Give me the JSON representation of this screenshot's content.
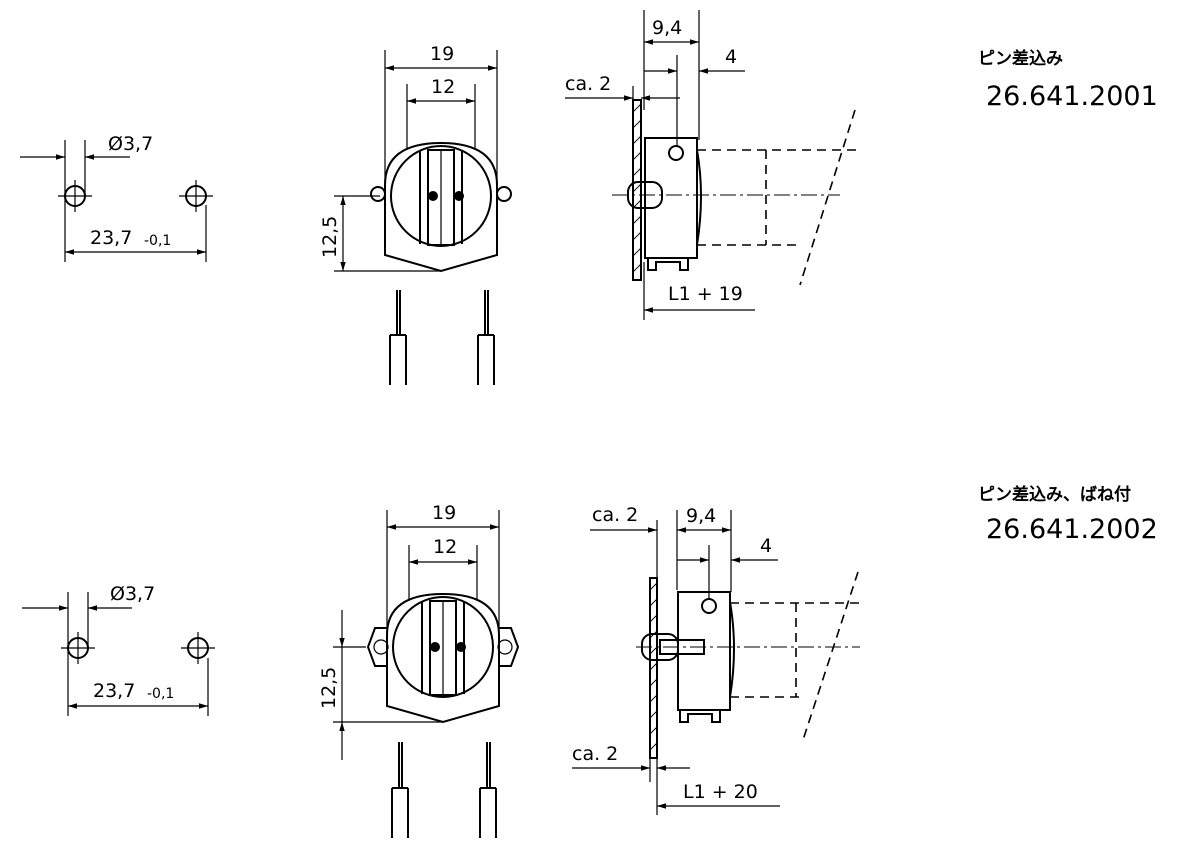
{
  "variants": [
    {
      "title": "ピン差込み",
      "part_number": "26.641.2001",
      "hole_diameter": "Ø3,7",
      "hole_spacing": "23,7",
      "hole_spacing_tol": "-0,1",
      "front_width_outer": "19",
      "front_width_inner": "12",
      "front_height": "12,5",
      "side_depth": "9,4",
      "side_offset": "4",
      "side_gap": "ca. 2",
      "side_length": "L1 + 19"
    },
    {
      "title": "ピン差込み、ばね付",
      "part_number": "26.641.2002",
      "hole_diameter": "Ø3,7",
      "hole_spacing": "23,7",
      "hole_spacing_tol": "-0,1",
      "front_width_outer": "19",
      "front_width_inner": "12",
      "front_height": "12,5",
      "side_depth": "9,4",
      "side_offset": "4",
      "side_gap_top": "ca. 2",
      "side_gap_bottom": "ca. 2",
      "side_length": "L1 + 20"
    }
  ]
}
